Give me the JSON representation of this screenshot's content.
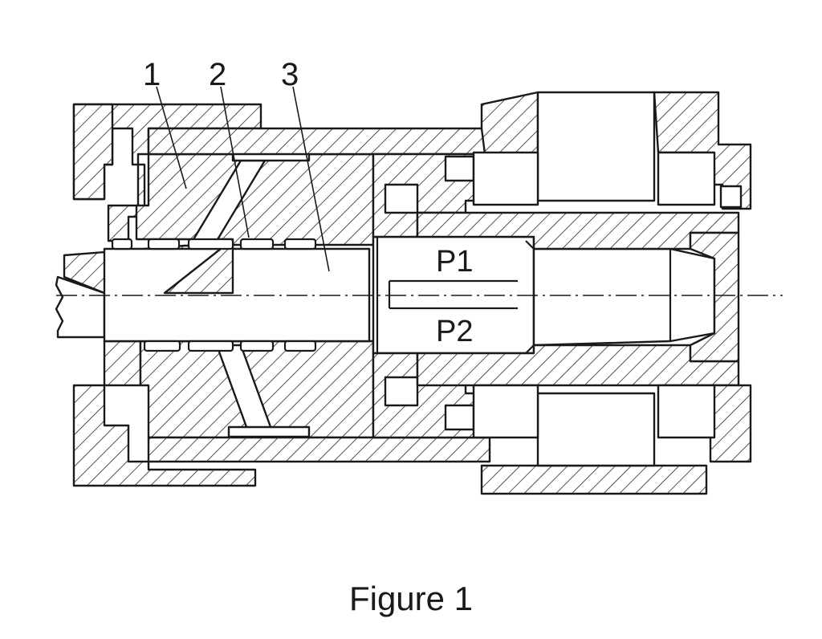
{
  "labels": {
    "part_1": "1",
    "part_2": "2",
    "part_3": "3",
    "pressure_1": "P1",
    "pressure_2": "P2"
  },
  "caption": "Figure 1",
  "colors": {
    "ink": "#1a1a1a",
    "background": "#ffffff"
  }
}
